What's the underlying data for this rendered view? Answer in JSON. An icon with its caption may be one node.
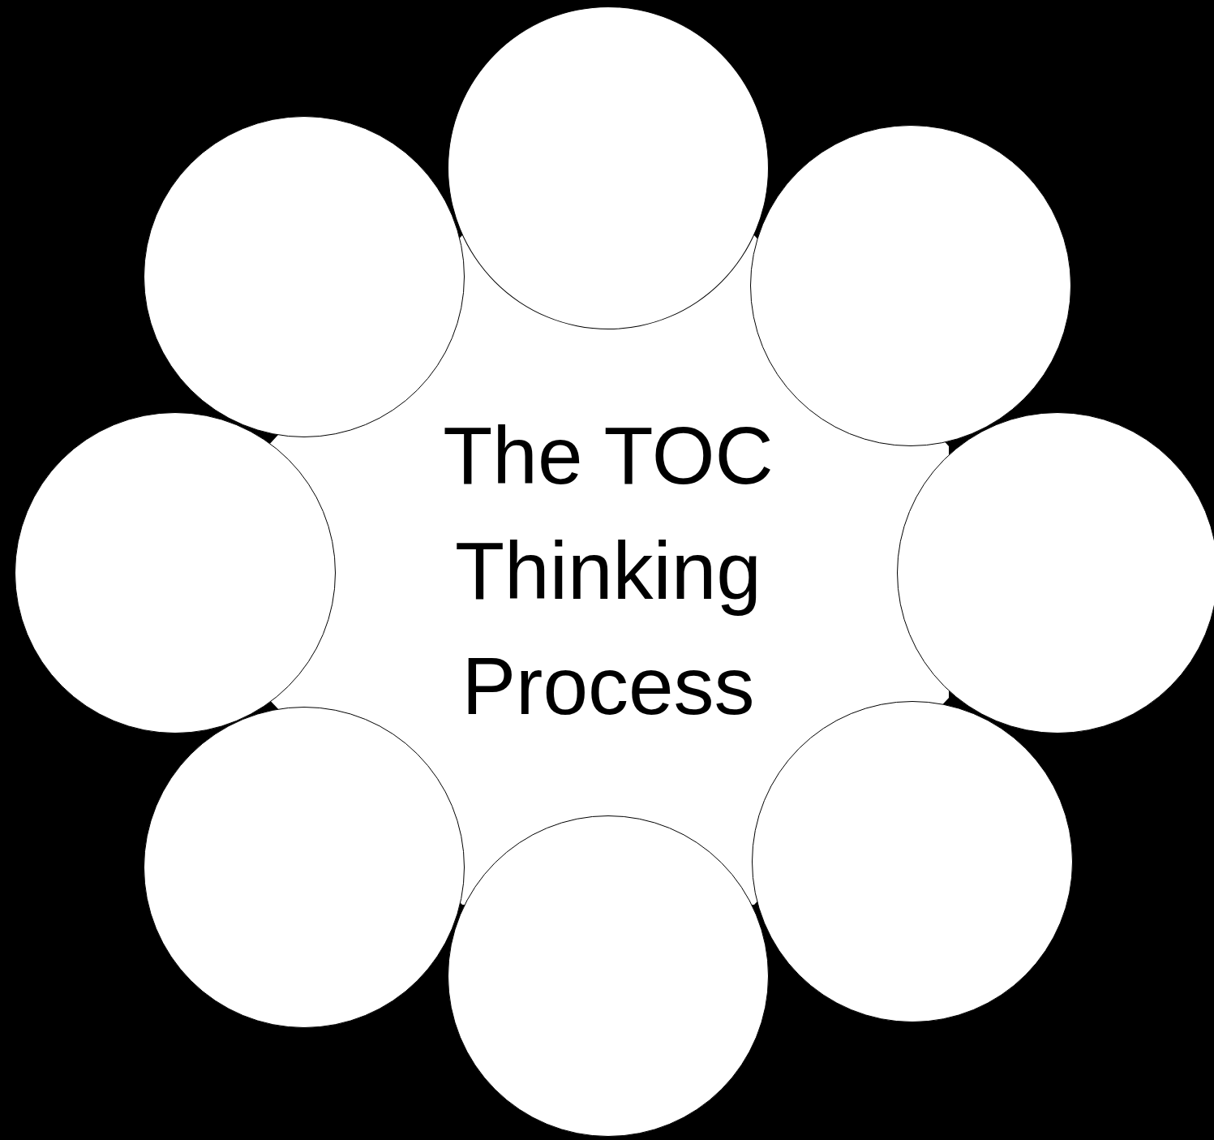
{
  "diagram": {
    "nodes": [
      {
        "text": [
          "The TOC Thinking Process"
        ]
      },
      {
        "text": [],
        "shape": "circle"
      },
      {
        "text": [],
        "shape": "circle"
      },
      {
        "text": [],
        "shape": "circle"
      },
      {
        "text": [],
        "shape": "circle"
      },
      {
        "text": [],
        "shape": "circle"
      },
      {
        "text": [],
        "shape": "circle"
      },
      {
        "text": [],
        "shape": "circle"
      },
      {
        "text": [],
        "shape": "circle"
      }
    ]
  }
}
